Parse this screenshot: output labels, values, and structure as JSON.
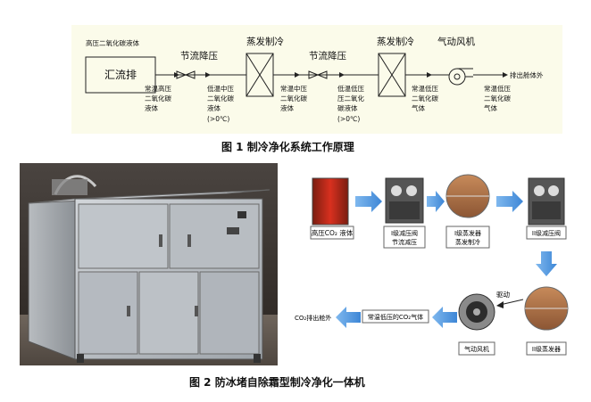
{
  "figure1": {
    "caption": "图 1  制冷净化系统工作原理",
    "top_label": "高压二氧化碳液体",
    "box_manifold": "汇流排",
    "step1_title": "节流降压",
    "step2_title": "蒸发制冷",
    "step3_title": "节流降压",
    "step4_title": "蒸发制冷",
    "step5_title": "气动风机",
    "exit_label": "排出舱体外",
    "state1": [
      "常温高压",
      "二氧化碳",
      "液体"
    ],
    "state2": [
      "低温中压",
      "二氧化碳",
      "液体",
      "(>0℃)"
    ],
    "state3": [
      "常温中压",
      "二氧化碳",
      "液体"
    ],
    "state4": [
      "低温低压",
      "压二氧化",
      "碳液体",
      "(>0℃)"
    ],
    "state5": [
      "常温低压",
      "二氧化碳",
      "气体"
    ],
    "state6": [
      "常温低压",
      "二氧化碳",
      "气体"
    ]
  },
  "figure2": {
    "caption": "图 2  防冰堵自除霜型制冷净化一体机",
    "box1": "高压CO₂ 液体",
    "box2": [
      "I级减压阀",
      "节流减压"
    ],
    "box3": [
      "I级蒸发器",
      "蒸发制冷"
    ],
    "box4": "II级减压阀",
    "box5": "II级蒸发器",
    "box6": "气动风机",
    "box7": "常温低压的CO₂气体",
    "drive_label": "驱动",
    "exit_label": "CO₂排出舱外"
  }
}
